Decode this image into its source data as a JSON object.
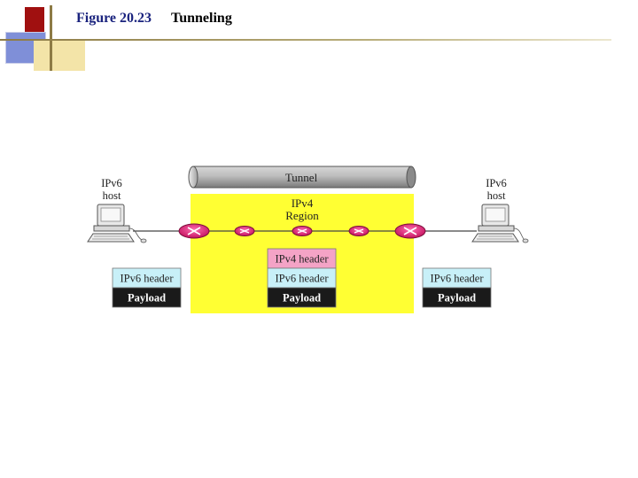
{
  "slide": {
    "figure_number": "Figure 20.23",
    "figure_title": "Tunneling"
  },
  "diagram": {
    "tunnel_label": "Tunnel",
    "region_label_line1": "IPv4",
    "region_label_line2": "Region",
    "left_host_line1": "IPv6",
    "left_host_line2": "host",
    "right_host_line1": "IPv6",
    "right_host_line2": "host",
    "left_packet": {
      "header": "IPv6 header",
      "payload": "Payload"
    },
    "middle_packet": {
      "outer_header": "IPv4 header",
      "inner_header": "IPv6 header",
      "payload": "Payload"
    },
    "right_packet": {
      "header": "IPv6 header",
      "payload": "Payload"
    },
    "colors": {
      "region": "#ffff33",
      "tunnel": "#9e9e9e",
      "ipv6_header": "#c8f0f8",
      "ipv4_header": "#f4a3c6",
      "payload": "#1a1a1a",
      "router": "#e0227a"
    }
  }
}
